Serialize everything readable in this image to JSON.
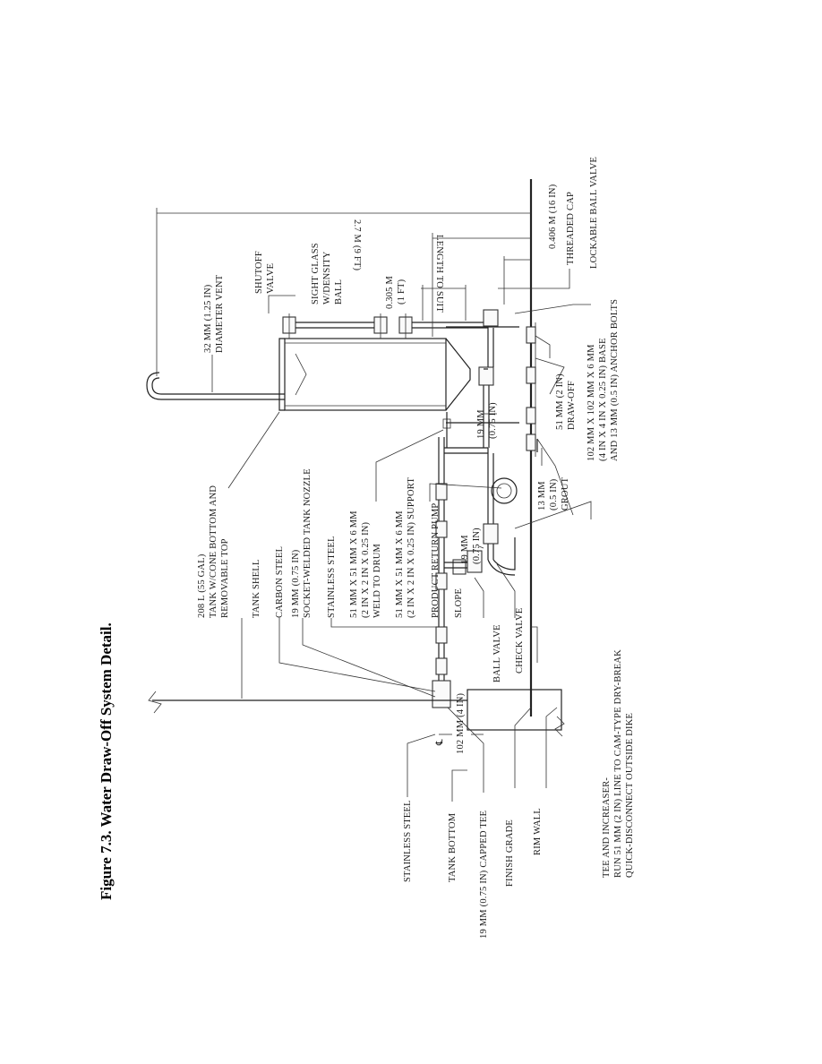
{
  "figure": {
    "title": "Figure 7.3.   Water Draw-Off System Detail."
  },
  "labels": {
    "tank_note_1": "208 L (55 GAL)",
    "tank_note_2": "TANK W/CONE BOTTOM AND",
    "tank_note_3": "REMOVABLE TOP",
    "tank_shell": "TANK SHELL",
    "carbon_steel": "CARBON STEEL",
    "pipe_19mm": "19 MM (0.75 IN)",
    "socket_nozzle": "SOCKET-WELDED TANK NOZZLE",
    "stainless_steel_top": "STAINLESS STEEL",
    "angle_1": "51 MM X 51 MM X 6 MM",
    "angle_2": "(2 IN X 2 IN X 0.25 IN)",
    "weld_drum": "WELD TO DRUM",
    "support_1": "51 MM X 51 MM X 6 MM",
    "support_2": "(2 IN X 2 IN X 0.25 IN) SUPPORT",
    "return_pump": "PRODUCT RETURN PUMP",
    "slope": "SLOPE",
    "ball_valve": "BALL VALVE",
    "check_valve": "CHECK VALVE",
    "pump_19mm_1": "19 MM",
    "pump_19mm_2": "(0.75 IN)",
    "vent_1": "32 MM (1.25 IN)",
    "vent_2": "DIAMETER VENT",
    "shutoff_1": "SHUTOFF",
    "shutoff_2": "VALVE",
    "sight_1": "SIGHT GLASS",
    "sight_2": "W/DENSITY",
    "sight_3": "BALL",
    "dim_0305_1": "0.305 M",
    "dim_0305_2": "(1 FT)",
    "dim_27": "2.7 M (9 FT)",
    "length_suit": "LENGTH TO SUIT",
    "dim_0406": "0.406 M (16 IN)",
    "threaded_cap": "THREADED CAP",
    "lockable_ball": "LOCKABLE BALL VALVE",
    "leg_19mm_1": "19 MM",
    "leg_19mm_2": "(0.75 IN)",
    "drawoff_1": "51 MM (2 IN)",
    "drawoff_2": "DRAW-OFF",
    "base_1": "102 MM X 102 MM X 6 MM",
    "base_2": "(4 IN X 4 IN X 0.25 IN) BASE",
    "base_3": "AND 13 MM (0.5 IN) ANCHOR BOLTS",
    "grout_1": "13 MM",
    "grout_2": "(0.5 IN)",
    "grout_3": "GROUT",
    "stainless_steel_left": "STAINLESS STEEL",
    "tank_bottom": "TANK BOTTOM",
    "capped_tee": "19 MM (0.75 IN) CAPPED TEE",
    "finish_grade": "FINISH GRADE",
    "rim_wall": "RIM WALL",
    "dim_102": "102 MM (4 IN)",
    "centerline": "℄",
    "tee_1": "TEE AND INCREASER-",
    "tee_2": "RUN 51 MM (2 IN) LINE TO CAM-TYPE DRY-BREAK",
    "tee_3": "QUICK-DISCONNECT OUTSIDE DIKE"
  }
}
